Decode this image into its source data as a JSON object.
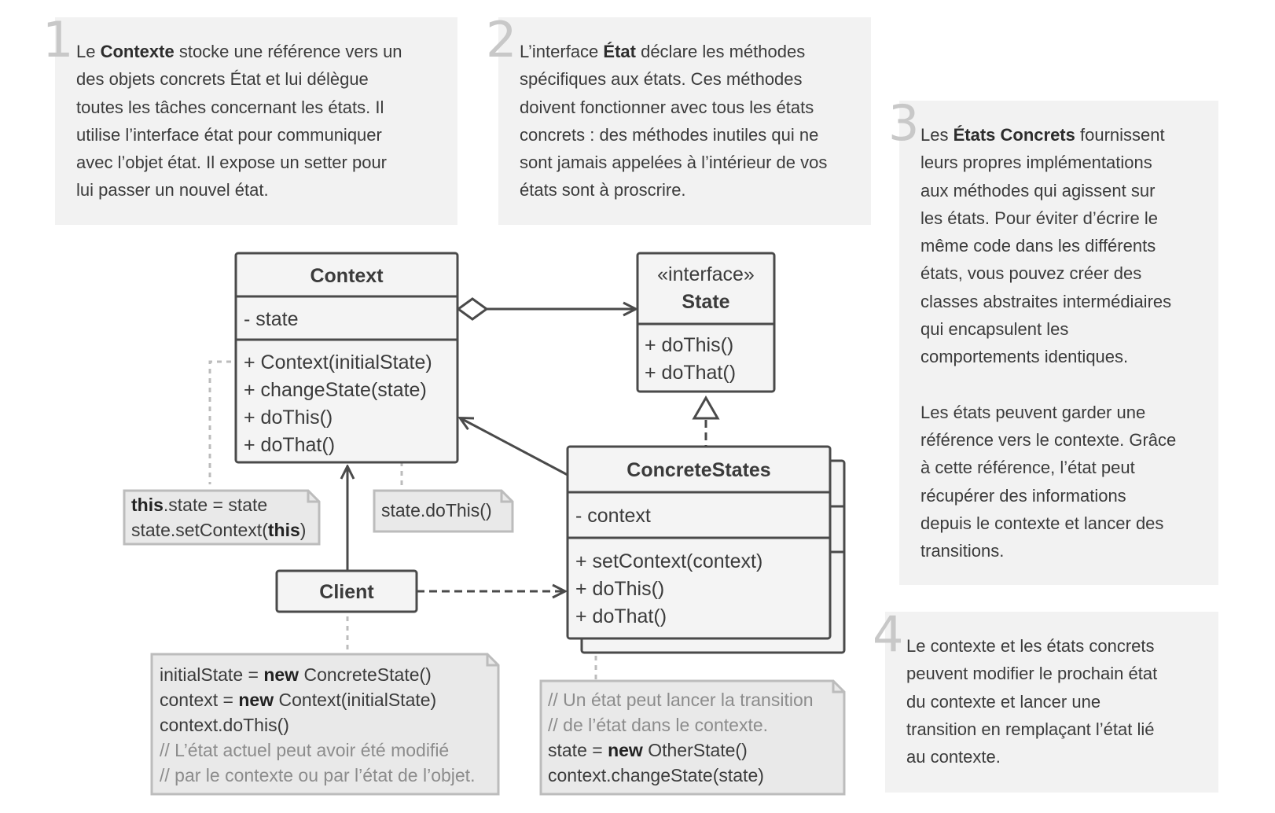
{
  "callouts": {
    "c1": {
      "number": "1",
      "pre": "Le ",
      "bold": "Contexte",
      "post": " stocke une référence vers un\ndes objets concrets État et lui délègue\ntoutes les tâches concernant les états. Il\nutilise l’interface état pour communiquer\navec l’objet état. Il expose un setter pour\nlui passer un nouvel état."
    },
    "c2": {
      "number": "2",
      "pre": "L’interface ",
      "bold": "État",
      "post": " déclare les méthodes\nspécifiques aux états. Ces méthodes\ndoivent fonctionner avec tous les états\nconcrets : des méthodes inutiles qui ne\nsont jamais appelées à l’intérieur de vos\nétats sont à proscrire."
    },
    "c3": {
      "number": "3",
      "pre": "Les ",
      "bold": "États Concrets",
      "post": " fournissent\nleurs propres implémentations\naux méthodes qui agissent sur\nles états. Pour éviter d’écrire le\nmême code dans les différents\nétats, vous pouvez créer des\nclasses abstraites intermédiaires\nqui encapsulent les\ncomportements identiques.",
      "para2": "Les états peuvent garder une\nréférence vers le contexte. Grâce\nà cette référence, l’état peut\nrécupérer des informations\ndepuis le contexte et lancer des\ntransitions."
    },
    "c4": {
      "number": "4",
      "text": "Le contexte et les états concrets\npeuvent modifier le prochain état\ndu contexte et lancer une\ntransition en remplaçant l’état lié\nau contexte."
    }
  },
  "diagram": {
    "context_class": {
      "name": "Context",
      "field": "- state",
      "methods": [
        "+ Context(initialState)",
        "+ changeState(state)",
        "+ doThis()",
        "+ doThat()"
      ]
    },
    "state_interface": {
      "stereotype": "«interface»",
      "name": "State",
      "methods": [
        "+ doThis()",
        "+ doThat()"
      ]
    },
    "concrete_states": {
      "name": "ConcreteStates",
      "field": "- context",
      "methods": [
        "+ setContext(context)",
        "+ doThis()",
        "+ doThat()"
      ]
    },
    "client": {
      "name": "Client"
    },
    "notes": {
      "context_ctor": {
        "line1_kw": "this",
        "line1_rest": ".state = state",
        "line2_pre": "state.setContext(",
        "line2_kw": "this",
        "line2_post": ")"
      },
      "do_this": {
        "text": "state.doThis()"
      },
      "client_code": {
        "line1_pre": "initialState = ",
        "line1_kw": "new",
        "line1_post": " ConcreteState()",
        "line2_pre": "context = ",
        "line2_kw": "new",
        "line2_post": " Context(initialState)",
        "line3": "context.doThis()",
        "comment1": "// L’état actuel peut avoir été modifié",
        "comment2": "// par le contexte ou par l’état de l’objet."
      },
      "concrete_code": {
        "comment1": "// Un état peut lancer la transition",
        "comment2": "// de l’état dans le contexte.",
        "line3_pre": "state = ",
        "line3_kw": "new",
        "line3_post": " OtherState()",
        "line4": "context.changeState(state)"
      }
    }
  }
}
